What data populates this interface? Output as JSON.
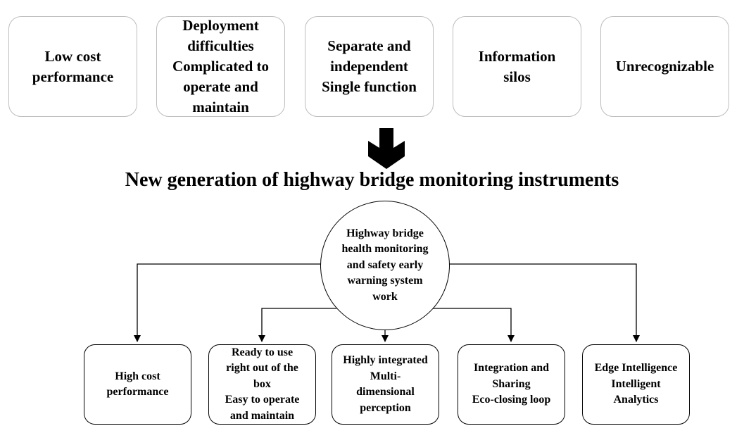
{
  "problems": [
    {
      "text": "Low cost\nperformance"
    },
    {
      "text": "Deployment\ndifficulties\nComplicated to\noperate and\nmaintain"
    },
    {
      "text": "Separate and\nindependent\nSingle function"
    },
    {
      "text": "Information\nsilos"
    },
    {
      "text": "Unrecognizable"
    }
  ],
  "title": "New generation of highway bridge monitoring instruments",
  "hub": {
    "text": "Highway bridge\nhealth monitoring\nand safety early\nwarning system\nwork"
  },
  "features": [
    {
      "text": "High cost\nperformance"
    },
    {
      "text": "Ready to use\nright out of the\nbox\nEasy to operate\nand maintain"
    },
    {
      "text": "Highly integrated\nMulti-\ndimensional\nperception"
    },
    {
      "text": "Integration and\nSharing\nEco-closing loop"
    },
    {
      "text": "Edge Intelligence\nIntelligent\nAnalytics"
    }
  ],
  "colors": {
    "line": "#000000",
    "top_box_border": "#bdbdbd"
  },
  "icons": {
    "transition_arrow": "down-arrow-icon"
  }
}
